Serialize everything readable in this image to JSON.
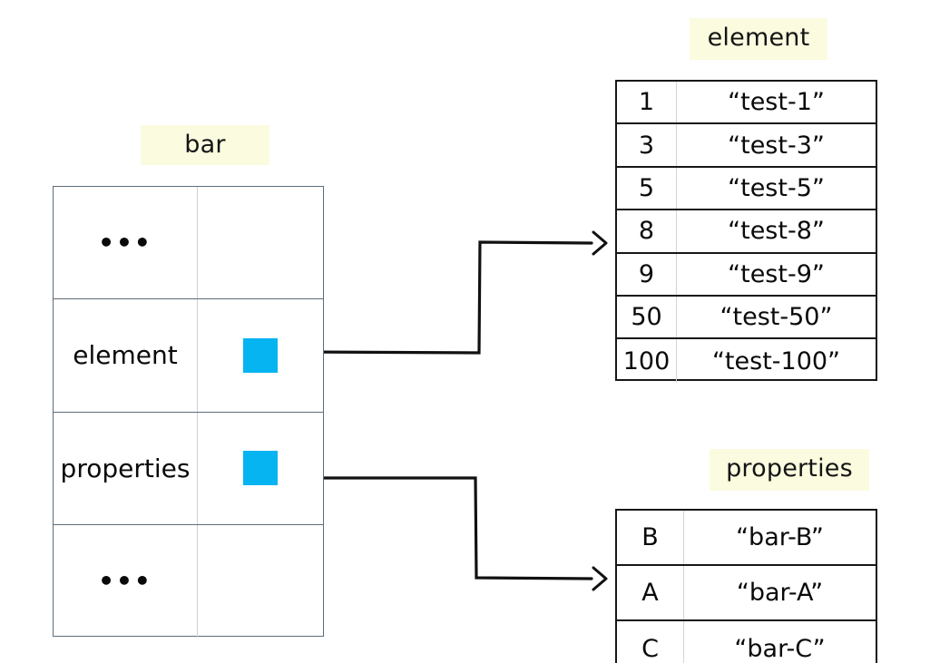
{
  "diagram": {
    "title_bar": "bar",
    "title_element": "element",
    "title_properties": "properties",
    "accent_pointer_color": "#06B4F2",
    "highlight_color": "#FBFBE0",
    "bar_border_color": "#5D6D7B",
    "data_border_color": "#171717",
    "ellipsis_glyph": "•••"
  },
  "bar_table": {
    "rows": [
      {
        "key": "•••",
        "value": "",
        "kind": "ellipsis"
      },
      {
        "key": "element",
        "value": "",
        "kind": "pointer"
      },
      {
        "key": "properties",
        "value": "",
        "kind": "pointer"
      },
      {
        "key": "•••",
        "value": "",
        "kind": "ellipsis"
      }
    ]
  },
  "element_table": {
    "rows": [
      {
        "key": "1",
        "value": "“test-1”"
      },
      {
        "key": "3",
        "value": "“test-3”"
      },
      {
        "key": "5",
        "value": "“test-5”"
      },
      {
        "key": "8",
        "value": "“test-8”"
      },
      {
        "key": "9",
        "value": "“test-9”"
      },
      {
        "key": "50",
        "value": "“test-50”"
      },
      {
        "key": "100",
        "value": "“test-100”"
      }
    ]
  },
  "properties_table": {
    "rows": [
      {
        "key": "B",
        "value": "“bar-B”"
      },
      {
        "key": "A",
        "value": "“bar-A”"
      },
      {
        "key": "C",
        "value": "“bar-C”"
      }
    ]
  }
}
